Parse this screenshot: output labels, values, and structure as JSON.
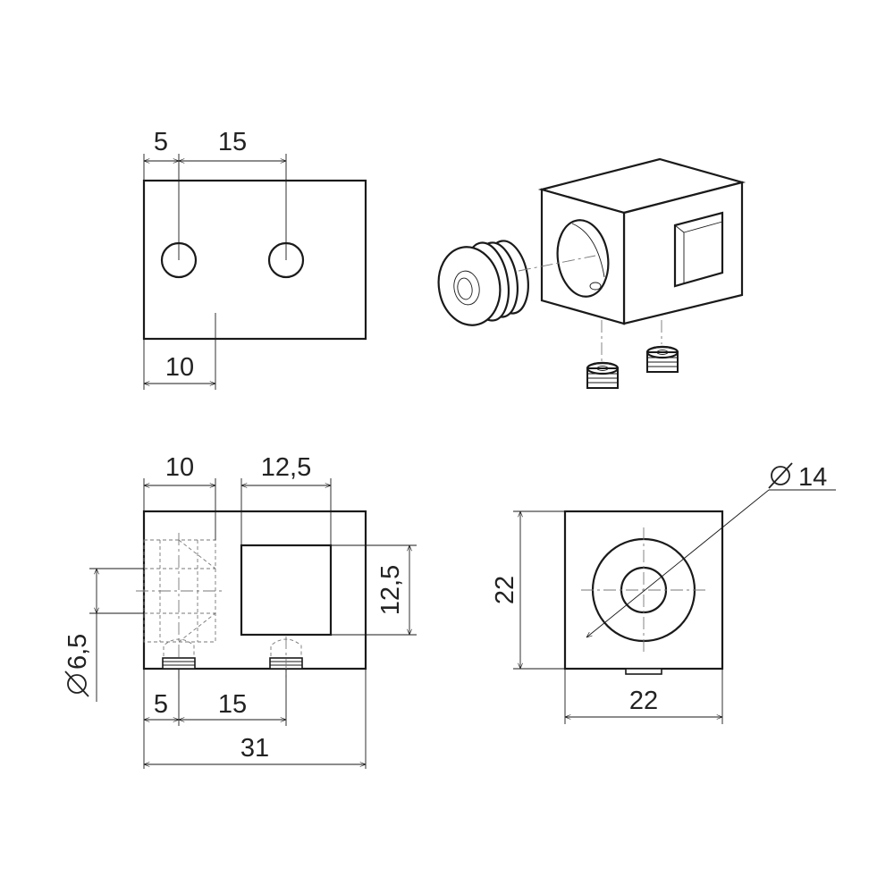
{
  "drawing": {
    "views": {
      "top": {
        "dims": {
          "d5": "5",
          "d15": "15",
          "d10": "10"
        }
      },
      "front": {
        "dims": {
          "d10_top": "10",
          "d12_5_top": "12,5",
          "d12_5_side": "12,5",
          "d6_5_dia": "6,5",
          "d5_bottom": "5",
          "d15_bottom": "15",
          "d31": "31"
        }
      },
      "side": {
        "dims": {
          "d14_dia": "14",
          "d22_height": "22",
          "d22_width": "22"
        }
      },
      "isometric": {}
    },
    "symbols": {
      "diameter": "diameter-symbol-icon"
    },
    "colors": {
      "line": "#1a1a1a",
      "hidden": "#777777",
      "background": "#ffffff"
    }
  }
}
